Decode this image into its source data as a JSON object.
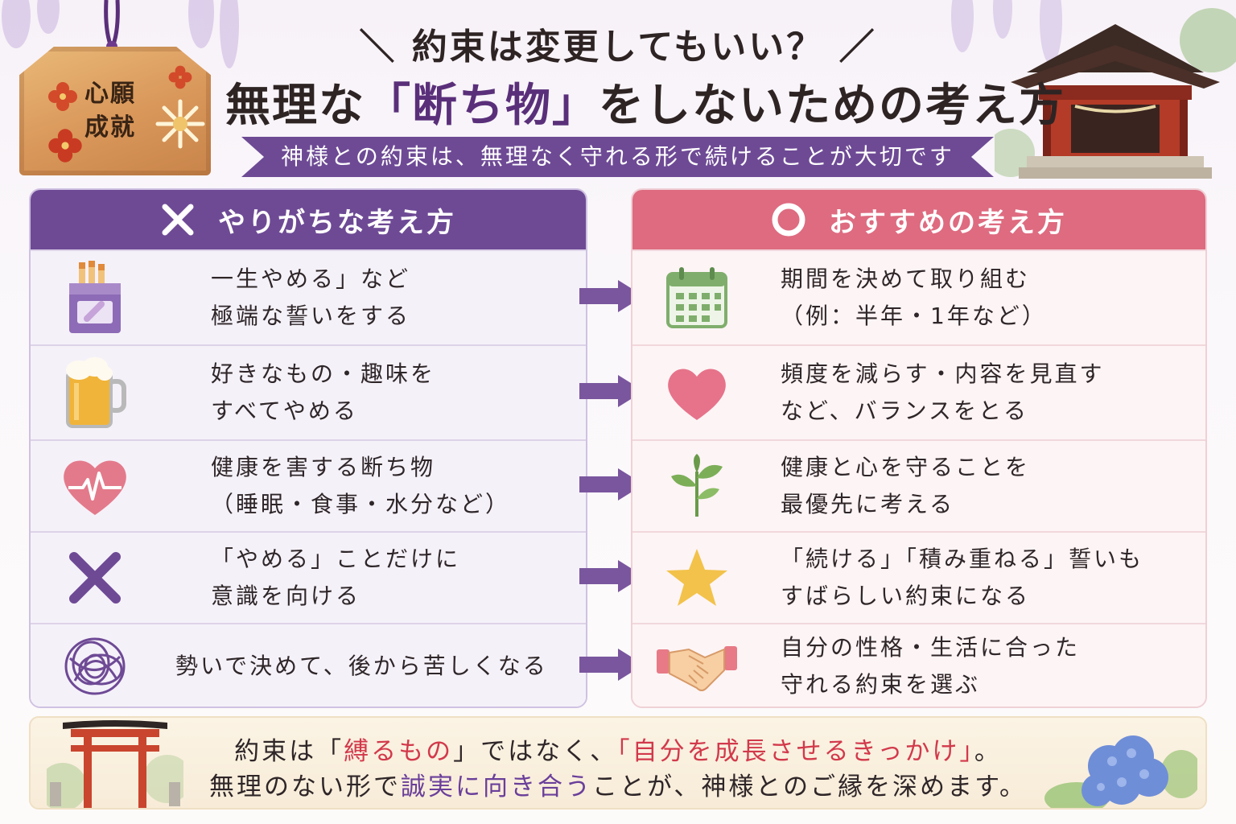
{
  "header": {
    "subtitle": "＼ 約束は変更してもいい？ ／",
    "title_pre": "無理な",
    "title_highlight": "「断ち物」",
    "title_post": "をしないための考え方",
    "ribbon": "神様との約束は、無理なく守れる形で続けることが大切です"
  },
  "ema": {
    "text_line1": "心願",
    "text_line2": "成就"
  },
  "bad_column": {
    "heading": "やりがちな考え方",
    "rows": [
      {
        "icon": "cigarette-pack-icon",
        "line1": "一生やめる」など",
        "line2": "極端な誓いをする"
      },
      {
        "icon": "beer-mug-icon",
        "line1": "好きなもの・趣味を",
        "line2": "すべてやめる"
      },
      {
        "icon": "heartbeat-icon",
        "line1": "健康を害する断ち物",
        "line2": "（睡眠・食事・水分など）"
      },
      {
        "icon": "cross-icon",
        "line1": "「やめる」ことだけに",
        "line2": "意識を向ける"
      },
      {
        "icon": "tangle-icon",
        "line1": "勢いで決めて、後から苦しくなる",
        "line2": ""
      }
    ]
  },
  "good_column": {
    "heading": "おすすめの考え方",
    "rows": [
      {
        "icon": "calendar-icon",
        "line1": "期間を決めて取り組む",
        "line2": "（例：半年・1年など）"
      },
      {
        "icon": "heart-icon",
        "line1": "頻度を減らす・内容を見直す",
        "line2": "など、バランスをとる"
      },
      {
        "icon": "sprout-icon",
        "line1": "健康と心を守ることを",
        "line2": "最優先に考える"
      },
      {
        "icon": "star-icon",
        "line1": "「続ける」「積み重ねる」誓いも",
        "line2": "すばらしい約束になる"
      },
      {
        "icon": "handshake-icon",
        "line1": "自分の性格・生活に合った",
        "line2": "守れる約束を選ぶ"
      }
    ]
  },
  "bottom": {
    "l1_a": "約束は「",
    "l1_b": "縛るもの",
    "l1_c": "」ではなく、",
    "l1_d": "「自分を成長させるきっかけ」",
    "l1_e": "。",
    "l2_a": "無理のない形で",
    "l2_b": "誠実に向き合う",
    "l2_c": "ことが、神様とのご縁を深めます。"
  },
  "colors": {
    "purple": "#6e4a95",
    "pink": "#de6b80",
    "red_text": "#d2394b",
    "purple_text": "#6a3f9a"
  }
}
